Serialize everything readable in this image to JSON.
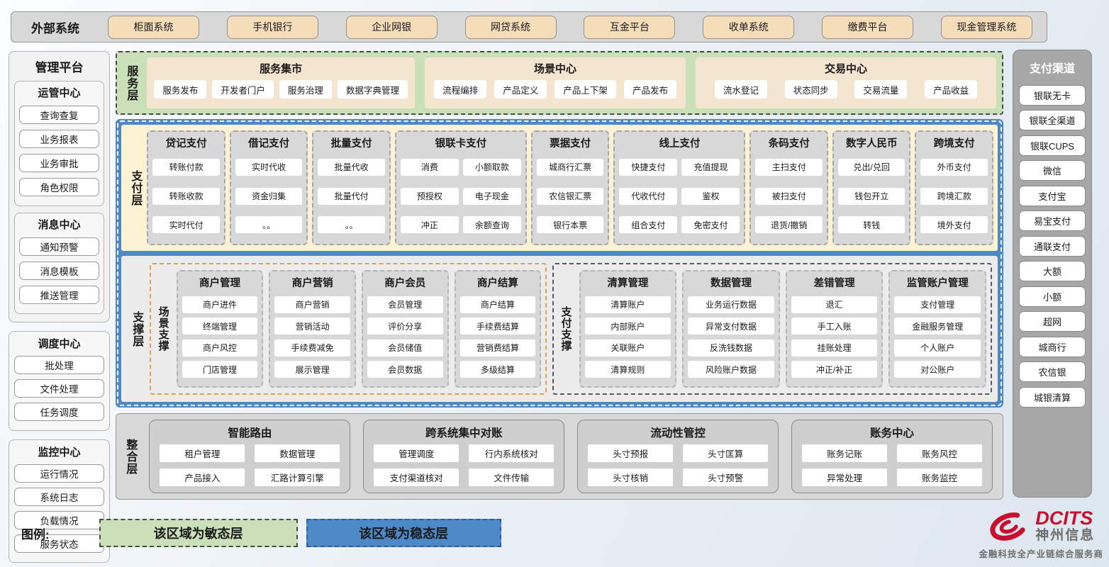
{
  "colors": {
    "agile_green": "#c9e0b8",
    "stable_blue": "#4d88c7",
    "external_tan": "#f6ddba",
    "panel_gray": "#d8d8d8",
    "brand_red": "#c8102e"
  },
  "external_systems": {
    "label": "外部系统",
    "items": [
      "柜面系统",
      "手机银行",
      "企业网银",
      "网贷系统",
      "互金平台",
      "收单系统",
      "缴费平台",
      "现金管理系统"
    ]
  },
  "management_platform": {
    "title": "管理平台",
    "groups": [
      {
        "title": "运管中心",
        "items": [
          "查询查复",
          "业务报表",
          "业务审批",
          "角色权限"
        ]
      },
      {
        "title": "消息中心",
        "items": [
          "通知预警",
          "消息模板",
          "推送管理"
        ]
      },
      {
        "title": "调度中心",
        "items": [
          "批处理",
          "文件处理",
          "任务调度"
        ]
      },
      {
        "title": "监控中心",
        "items": [
          "运行情况",
          "系统日志",
          "负载情况",
          "服务状态"
        ]
      }
    ]
  },
  "service_layer": {
    "label": "服务层",
    "centers": [
      {
        "title": "服务集市",
        "items": [
          "服务发布",
          "开发者门户",
          "服务治理",
          "数据字典管理"
        ]
      },
      {
        "title": "场景中心",
        "items": [
          "流程编排",
          "产品定义",
          "产品上下架",
          "产品发布"
        ]
      },
      {
        "title": "交易中心",
        "items": [
          "流水登记",
          "状态同步",
          "交易流量",
          "产品收益"
        ]
      }
    ]
  },
  "payment_layer": {
    "label": "支付层",
    "columns": [
      {
        "title": "贷记支付",
        "cols": 1,
        "items": [
          "转账付款",
          "转账收款",
          "实时代付"
        ]
      },
      {
        "title": "借记支付",
        "cols": 1,
        "items": [
          "实时代收",
          "资金归集",
          "。。"
        ]
      },
      {
        "title": "批量支付",
        "cols": 1,
        "items": [
          "批量代收",
          "批量代付",
          "。。"
        ]
      },
      {
        "title": "银联卡支付",
        "cols": 2,
        "items": [
          "消费",
          "小额取款",
          "预授权",
          "电子现金",
          "冲正",
          "余额查询"
        ]
      },
      {
        "title": "票据支付",
        "cols": 1,
        "items": [
          "城商行汇票",
          "农信银汇票",
          "银行本票"
        ]
      },
      {
        "title": "线上支付",
        "cols": 2,
        "items": [
          "快捷支付",
          "充值提现",
          "代收代付",
          "鉴权",
          "组合支付",
          "免密支付"
        ]
      },
      {
        "title": "条码支付",
        "cols": 1,
        "items": [
          "主扫支付",
          "被扫支付",
          "退货/撤销"
        ]
      },
      {
        "title": "数字人民币",
        "cols": 1,
        "items": [
          "兑出/兑回",
          "钱包开立",
          "转钱"
        ]
      },
      {
        "title": "跨境支付",
        "cols": 1,
        "items": [
          "外币支付",
          "跨境汇款",
          "境外支付"
        ]
      }
    ]
  },
  "support_layer": {
    "label": "支撑层",
    "scene_support": {
      "label": "场景支撑",
      "columns": [
        {
          "title": "商户管理",
          "items": [
            "商户进件",
            "终端管理",
            "商户风控",
            "门店管理"
          ]
        },
        {
          "title": "商户营销",
          "items": [
            "商户营销",
            "营销活动",
            "手续费减免",
            "展示管理"
          ]
        },
        {
          "title": "商户会员",
          "items": [
            "会员管理",
            "评价分享",
            "会员储值",
            "会员数据"
          ]
        },
        {
          "title": "商户结算",
          "items": [
            "商户结算",
            "手续费结算",
            "营销费结算",
            "多级结算"
          ]
        }
      ]
    },
    "payment_support": {
      "label": "支付支撑",
      "columns": [
        {
          "title": "清算管理",
          "items": [
            "清算账户",
            "内部账户",
            "关联账户",
            "清算规则"
          ]
        },
        {
          "title": "数据管理",
          "items": [
            "业务运行数据",
            "异常支付数据",
            "反洗钱数据",
            "风险账户数据"
          ]
        },
        {
          "title": "差错管理",
          "items": [
            "退汇",
            "手工入账",
            "挂账处理",
            "冲正/补正"
          ]
        },
        {
          "title": "监管账户管理",
          "items": [
            "支付管理",
            "金融服务管理",
            "个人账户",
            "对公账户"
          ]
        }
      ]
    }
  },
  "integration_layer": {
    "label": "整合层",
    "modules": [
      {
        "title": "智能路由",
        "items": [
          "租户管理",
          "数据管理",
          "产品接入",
          "汇路计算引擎"
        ]
      },
      {
        "title": "跨系统集中对账",
        "items": [
          "管理调度",
          "行内系统核对",
          "支付渠道核对",
          "文件传输"
        ]
      },
      {
        "title": "流动性管控",
        "items": [
          "头寸预报",
          "头寸匡算",
          "头寸核销",
          "头寸预警"
        ]
      },
      {
        "title": "账务中心",
        "items": [
          "账务记账",
          "账务风控",
          "异常处理",
          "账务监控"
        ]
      }
    ]
  },
  "payment_channels": {
    "title": "支付渠道",
    "items": [
      "银联无卡",
      "银联全渠道",
      "银联CUPS",
      "微信",
      "支付宝",
      "易宝支付",
      "通联支付",
      "大额",
      "小额",
      "超网",
      "城商行",
      "农信银",
      "城银清算"
    ]
  },
  "legend": {
    "label": "图例:",
    "agile": "该区域为敏态层",
    "stable": "该区域为稳态层"
  },
  "logo": {
    "brand": "DCITS",
    "name": "神州信息",
    "tagline": "金融科技全产业链综合服务商"
  }
}
